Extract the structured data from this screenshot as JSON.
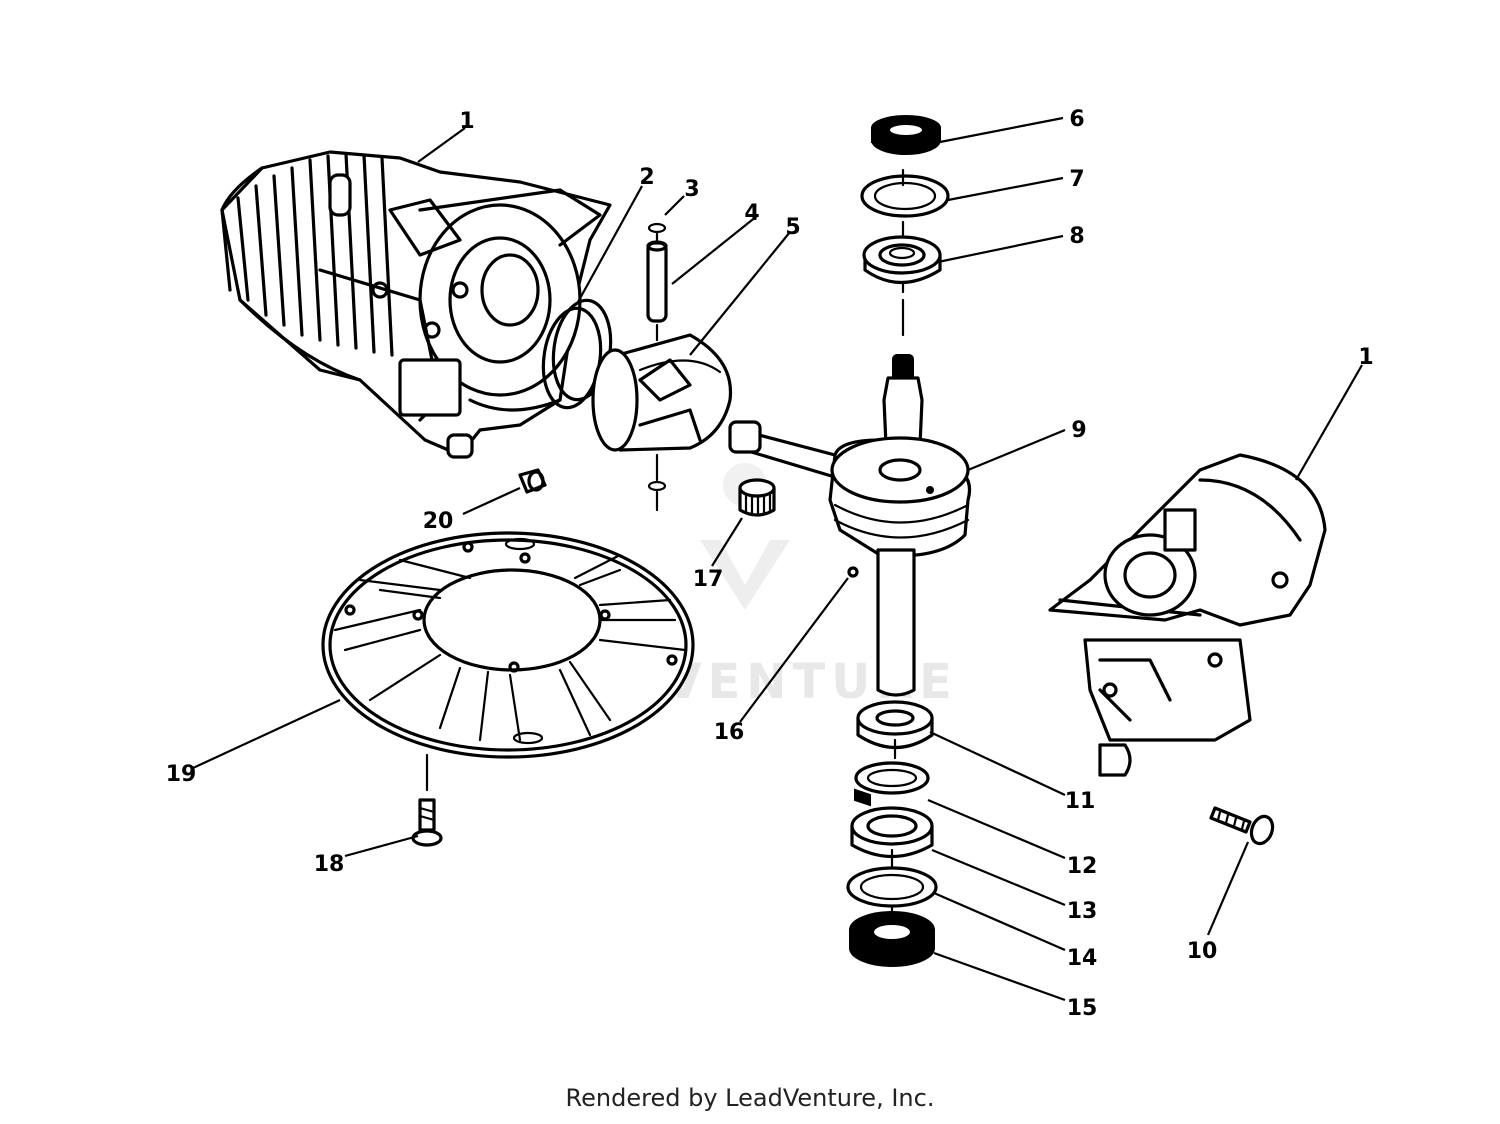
{
  "diagram": {
    "callouts": [
      {
        "id": "c1a",
        "text": "1"
      },
      {
        "id": "c2",
        "text": "2"
      },
      {
        "id": "c3",
        "text": "3"
      },
      {
        "id": "c4",
        "text": "4"
      },
      {
        "id": "c5",
        "text": "5"
      },
      {
        "id": "c6",
        "text": "6"
      },
      {
        "id": "c7",
        "text": "7"
      },
      {
        "id": "c8",
        "text": "8"
      },
      {
        "id": "c9",
        "text": "9"
      },
      {
        "id": "c1b",
        "text": "1"
      },
      {
        "id": "c20",
        "text": "20"
      },
      {
        "id": "c17",
        "text": "17"
      },
      {
        "id": "c16",
        "text": "16"
      },
      {
        "id": "c19",
        "text": "19"
      },
      {
        "id": "c18",
        "text": "18"
      },
      {
        "id": "c11",
        "text": "11"
      },
      {
        "id": "c12",
        "text": "12"
      },
      {
        "id": "c13",
        "text": "13"
      },
      {
        "id": "c14",
        "text": "14"
      },
      {
        "id": "c15",
        "text": "15"
      },
      {
        "id": "c10",
        "text": "10"
      }
    ],
    "watermark": "LEADVENTURE"
  },
  "footer": {
    "credit": "Rendered by LeadVenture, Inc."
  }
}
